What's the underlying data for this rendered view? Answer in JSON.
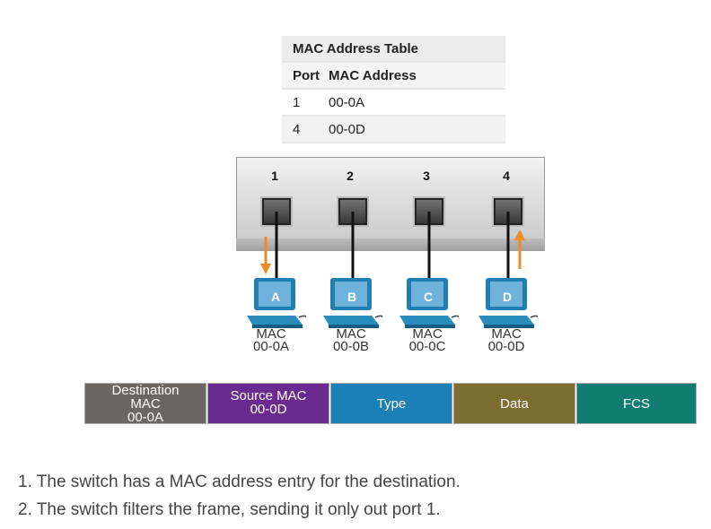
{
  "mac_table": {
    "title": "MAC Address Table",
    "headers": [
      "Port",
      "MAC Address"
    ],
    "rows": [
      {
        "port": "1",
        "mac": "00-0A"
      },
      {
        "port": "4",
        "mac": "00-0D"
      }
    ]
  },
  "switch": {
    "ports": [
      "1",
      "2",
      "3",
      "4"
    ]
  },
  "computers": [
    {
      "letter": "A",
      "mac_label": "MAC",
      "mac": "00-0A"
    },
    {
      "letter": "B",
      "mac_label": "MAC",
      "mac": "00-0B"
    },
    {
      "letter": "C",
      "mac_label": "MAC",
      "mac": "00-0C"
    },
    {
      "letter": "D",
      "mac_label": "MAC",
      "mac": "00-0D"
    }
  ],
  "frame": {
    "fields": [
      {
        "line1": "Destination",
        "line2": "MAC",
        "line3": "00-0A",
        "color": "#6b6563"
      },
      {
        "line1": "Source MAC",
        "line2": "00-0D",
        "line3": "",
        "color": "#6b2a8f"
      },
      {
        "line1": "Type",
        "line2": "",
        "line3": "",
        "color": "#1b7fb8"
      },
      {
        "line1": "Data",
        "line2": "",
        "line3": "",
        "color": "#7d6c2f"
      },
      {
        "line1": "FCS",
        "line2": "",
        "line3": "",
        "color": "#117c72"
      }
    ]
  },
  "notes": [
    "1. The switch has a MAC address entry for the destination.",
    "2. The switch filters the frame, sending it only out port 1."
  ],
  "colors": {
    "arrow": "#f08a24",
    "pc_screen": "#6fb3dd",
    "pc_body": "#1f7fb0"
  }
}
